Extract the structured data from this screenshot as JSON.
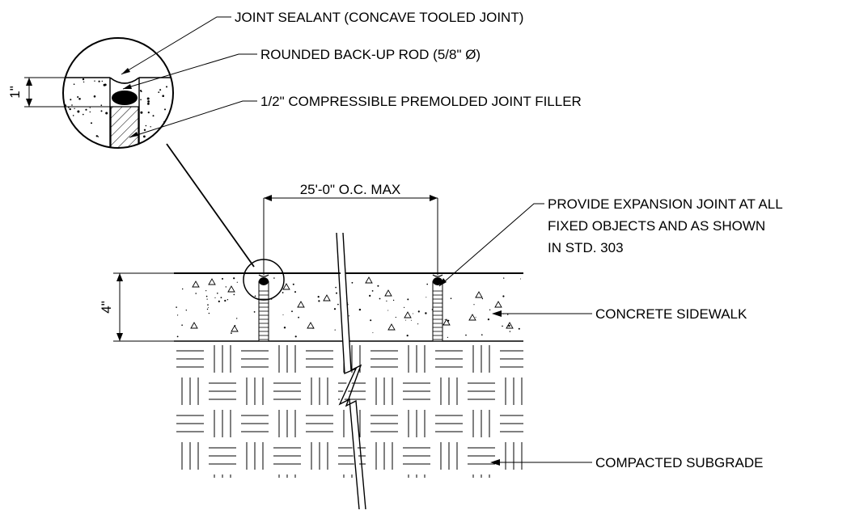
{
  "labels": {
    "joint_sealant": "JOINT SEALANT (CONCAVE TOOLED JOINT)",
    "backup_rod": "ROUNDED BACK-UP ROD (5/8\" Ø)",
    "joint_filler": "1/2\" COMPRESSIBLE PREMOLDED JOINT FILLER",
    "expansion_line1": "PROVIDE EXPANSION JOINT AT ALL",
    "expansion_line2": "FIXED OBJECTS AND AS SHOWN",
    "expansion_line3": "IN STD. 303",
    "concrete_sidewalk": "CONCRETE SIDEWALK",
    "compacted_subgrade": "COMPACTED SUBGRADE"
  },
  "dimensions": {
    "spacing": "25'-0\" O.C. MAX",
    "thickness": "4\"",
    "sealant_depth": "1\""
  },
  "colors": {
    "line": "#000000",
    "background": "#ffffff"
  }
}
